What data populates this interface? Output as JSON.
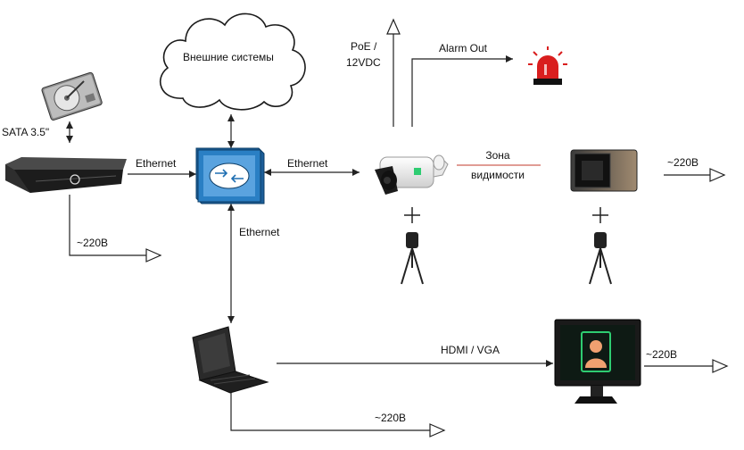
{
  "labels": {
    "cloud": "Внешние системы",
    "sata": "SATA 3.5\"",
    "eth_nvr": "Ethernet",
    "eth_camera": "Ethernet",
    "eth_laptop": "Ethernet",
    "poe_line1": "PoE /",
    "poe_line2": "12VDC",
    "alarm": "Alarm Out",
    "zone_line1": "Зона",
    "zone_line2": "видимости",
    "power_nvr": "~220В",
    "power_blackbody": "~220В",
    "power_laptop": "~220В",
    "power_monitor": "~220В",
    "hdmi": "HDMI / VGA"
  },
  "colors": {
    "switch": "#1f6fb2",
    "alarm": "#d91e1e",
    "zone_line": "#c0392b",
    "face_frame": "#2ecc71",
    "face": "#f0a070"
  },
  "icons": [
    "hdd-icon",
    "nvr-icon",
    "switch-icon",
    "cloud-icon",
    "camera-icon",
    "blackbody-icon",
    "tripod-icon",
    "alarm-light-icon",
    "laptop-icon",
    "monitor-icon"
  ]
}
